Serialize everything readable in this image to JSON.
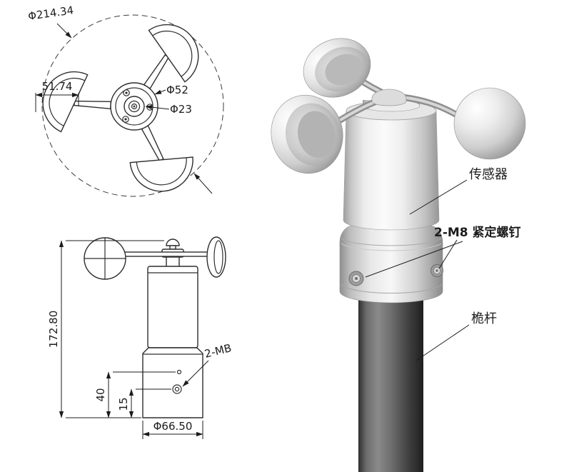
{
  "top_view": {
    "dim_overall": "Φ214.34",
    "dim_cup": "51.74",
    "dim_hub_outer": "Φ52",
    "dim_hub_inner": "Φ23"
  },
  "side_view": {
    "dim_height": "172.80",
    "dim_hole_upper": "40",
    "dim_hole_lower": "15",
    "dim_base_diameter": "Φ66.50",
    "label_screw": "2-MB"
  },
  "iso_view": {
    "label_sensor": "传感器",
    "label_set_screws": "2-M8 紧定螺钉",
    "label_mast": "桅杆"
  },
  "colors": {
    "line": "#2e2e2e",
    "mast_dark": "#2e2e2e",
    "metal_light": "#f7f7f7",
    "background": "#ffffff"
  }
}
